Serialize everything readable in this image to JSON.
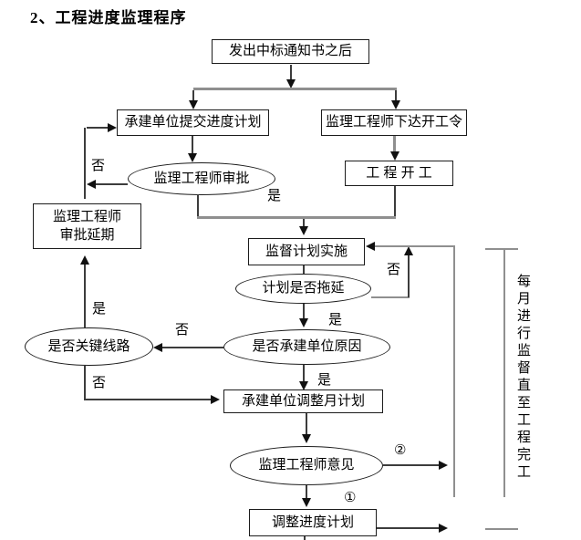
{
  "page": {
    "title": "2、工程进度监理程序"
  },
  "flowchart": {
    "nodes": {
      "start": {
        "label": "发出中标通知书之后"
      },
      "submit_plan": {
        "label": "承建单位提交进度计划"
      },
      "issue_order": {
        "label": "监理工程师下达开工令"
      },
      "approve": {
        "label": "监理工程师审批"
      },
      "project_start": {
        "label": "工 程 开 工"
      },
      "approve_delay": {
        "line1": "监理工程师",
        "line2": "审批延期"
      },
      "supervise": {
        "label": "监督计划实施"
      },
      "plan_delayed": {
        "label": "计划是否拖延"
      },
      "critical_path": {
        "label": "是否关键线路"
      },
      "contractor_reason": {
        "label": "是否承建单位原因"
      },
      "adjust_monthly": {
        "label": "承建单位调整月计划"
      },
      "engineer_opinion": {
        "label": "监理工程师意见"
      },
      "adjust_schedule": {
        "label": "调整进度计划"
      }
    },
    "edge_labels": {
      "approve_no": "否",
      "approve_yes": "是",
      "delay_no": "否",
      "delay_yes": "是",
      "reason_no": "否",
      "reason_yes": "是",
      "critical_yes": "是",
      "critical_no": "否",
      "opinion_2": "②",
      "opinion_1": "①"
    },
    "side_note": "每月进行监督直至工程完工",
    "colors": {
      "line_dark": "#3c3c3c",
      "line_gray": "#8f8f8f",
      "border": "#1c1c1c",
      "background": "#ffffff"
    }
  }
}
